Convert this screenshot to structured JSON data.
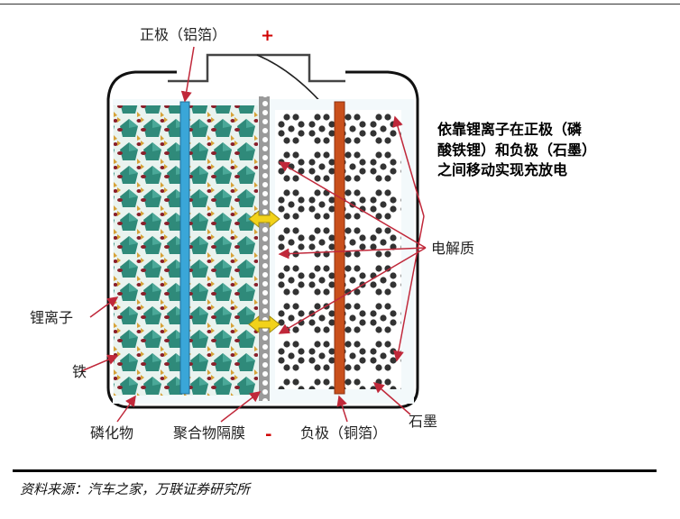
{
  "labels": {
    "positive_foil": "正极（铝箔）",
    "plus_sign": "+",
    "description_line1": "依靠锂离子在正极（磷",
    "description_line2": "酸铁锂）和负极（石墨）",
    "description_line3": "之间移动实现充放电",
    "electrolyte": "电解质",
    "lithium_ion": "锂离子",
    "iron": "铁",
    "phosphide": "磷化物",
    "separator": "聚合物隔膜",
    "minus_sign": "-",
    "negative_foil": "负极（铜箔）",
    "graphite": "石墨"
  },
  "source": "资料来源：汽车之家，万联证券研究所",
  "colors": {
    "aluminum_foil": "#3aa6d8",
    "copper_foil": "#c9501c",
    "crystal": "#2f8a7a",
    "graphite": "#3a3a3a",
    "arrow": "#c0283a",
    "ion_arrow": "#f2d21a"
  }
}
